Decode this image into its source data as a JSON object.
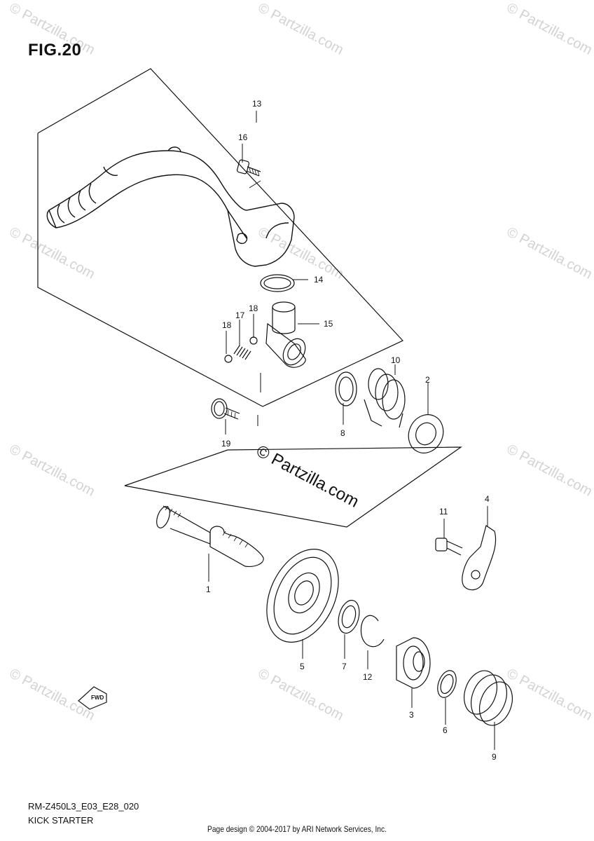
{
  "figure": {
    "title": "FIG.20"
  },
  "diagram_code": "RM-Z450L3_E03_E28_020",
  "subtitle": "KICK STARTER",
  "footer": "Page design © 2004-2017 by ARI Network Services, Inc.",
  "watermark_center": "© Partzilla.com",
  "watermark_small": "© Partzilla.com",
  "fwd_label": "FWD",
  "callouts": [
    "1",
    "2",
    "3",
    "4",
    "5",
    "6",
    "7",
    "8",
    "9",
    "10",
    "11",
    "12",
    "13",
    "14",
    "15",
    "16",
    "17",
    "18",
    "18",
    "19"
  ]
}
